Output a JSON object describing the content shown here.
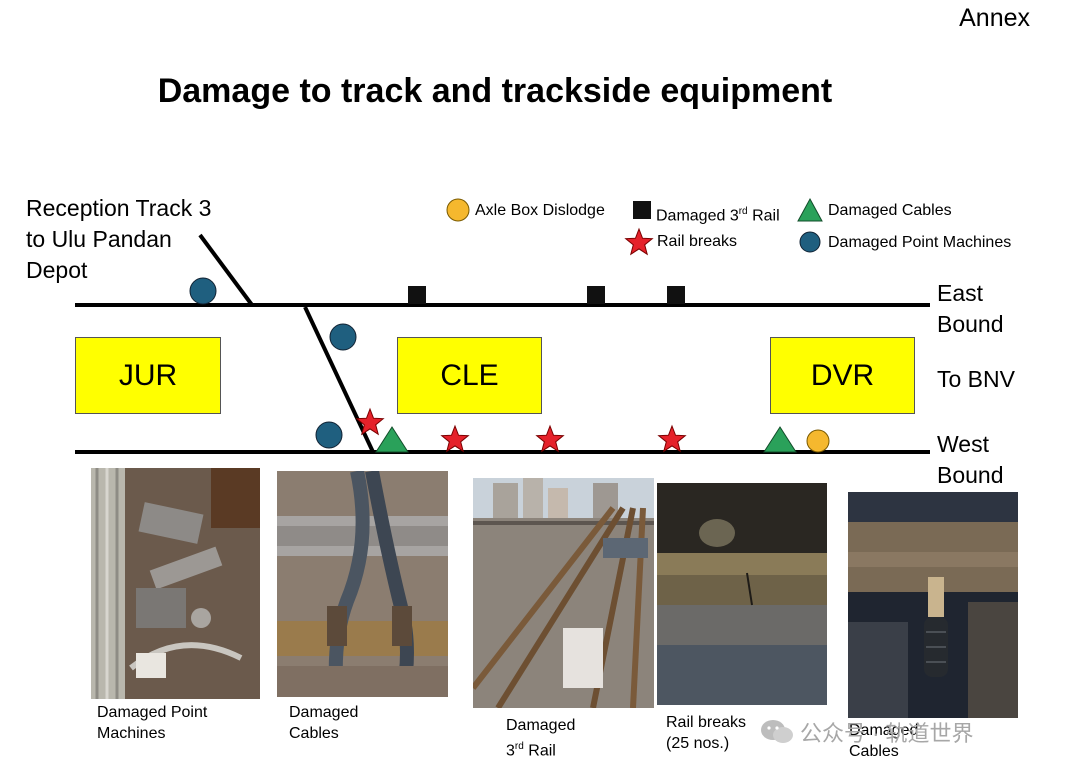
{
  "annex": "Annex",
  "title": "Damage to track and trackside equipment",
  "reception_track": [
    "Reception Track 3",
    "to Ulu Pandan",
    "Depot"
  ],
  "direction_labels": {
    "east": [
      "East",
      "Bound"
    ],
    "to_bnv": "To BNV",
    "west": [
      "West",
      "Bound"
    ]
  },
  "stations": [
    "JUR",
    "CLE",
    "DVR"
  ],
  "legend": {
    "axle_box": "Axle Box Dislodge",
    "third_rail_pre": "Damaged 3",
    "third_rail_sup": "rd",
    "third_rail_post": " Rail",
    "cables": "Damaged Cables",
    "rail_breaks": "Rail breaks",
    "point_machines": "Damaged Point Machines"
  },
  "colors": {
    "station_fill": "#ffff00",
    "axle_box": "#f5b82e",
    "third_rail": "#111111",
    "cables": "#2aa15a",
    "rail_breaks": "#e5212a",
    "point_machines": "#1f5f7f"
  },
  "captions": {
    "point_machines": [
      "Damaged Point",
      "Machines"
    ],
    "cables_1": [
      "Damaged",
      "Cables"
    ],
    "third_rail": {
      "line1": "Damaged",
      "line2_pre": "3",
      "line2_sup": "rd",
      "line2_post": " Rail"
    },
    "rail_breaks": [
      "Rail breaks",
      "(25 nos.)"
    ],
    "cables_2": [
      "Damaged",
      "Cables"
    ]
  },
  "watermark": "公众号 · 轨道世界"
}
